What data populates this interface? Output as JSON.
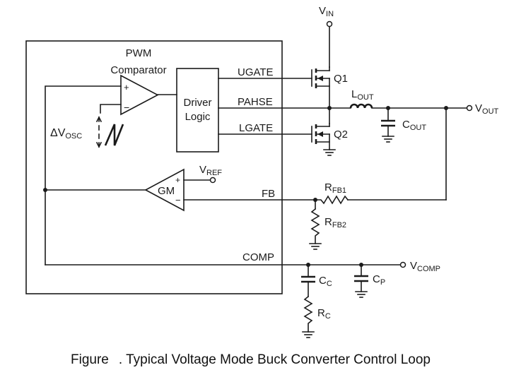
{
  "labels": {
    "pwm_line1": "PWM",
    "pwm_line2": "Comparator",
    "driver_line1": "Driver",
    "driver_line2": "Logic",
    "ugate": "UGATE",
    "phase": "PAHSE",
    "lgate": "LGATE",
    "fb": "FB",
    "comp": "COMP",
    "gm": "GM",
    "q1": "Q1",
    "q2": "Q2",
    "plus": "+",
    "minus": "−",
    "delta": "ΔV",
    "osc": "OSC",
    "vin_v": "V",
    "vin_sub": "IN",
    "vout_v": "V",
    "vout_sub": "OUT",
    "vref_v": "V",
    "vref_sub": "REF",
    "vcomp_v": "V",
    "vcomp_sub": "COMP",
    "lout_l": "L",
    "lout_sub": "OUT",
    "cout_c": "C",
    "cout_sub": "OUT",
    "rfb1_r": "R",
    "rfb1_sub": "FB1",
    "rfb2_r": "R",
    "rfb2_sub": "FB2",
    "cc_c": "C",
    "cc_sub": "C",
    "cp_c": "C",
    "cp_sub": "P",
    "rc_r": "R",
    "rc_sub": "C"
  },
  "caption": {
    "prefix": "Figure",
    "text": ". Typical Voltage Mode Buck Converter Control Loop"
  }
}
